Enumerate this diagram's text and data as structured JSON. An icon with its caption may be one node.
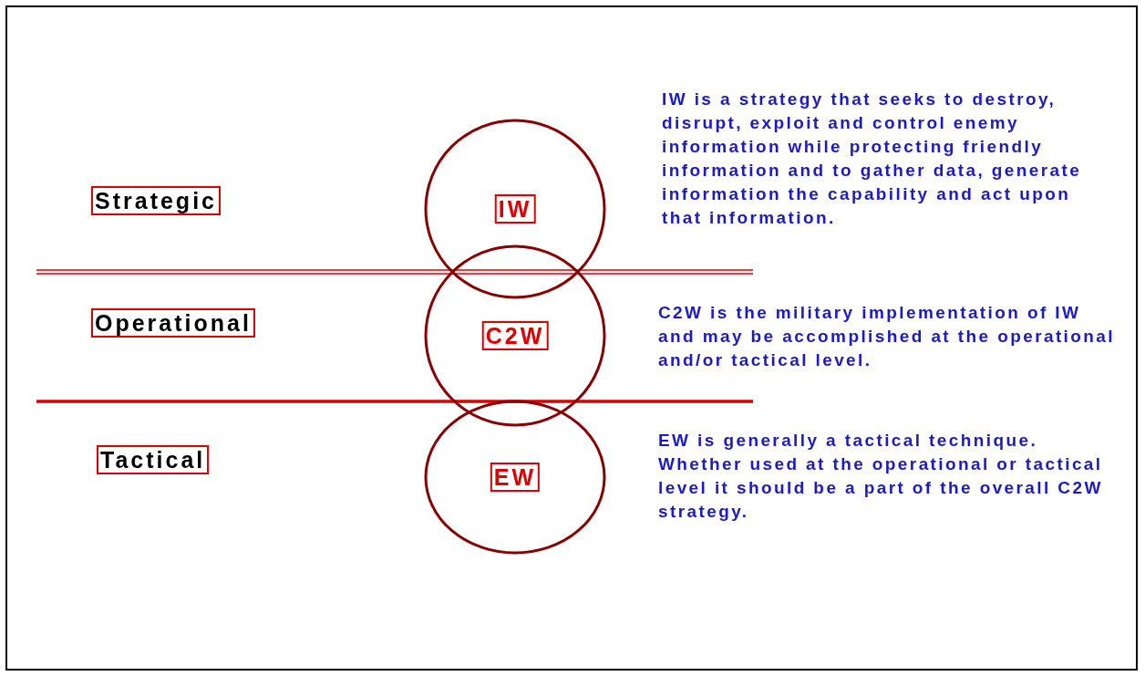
{
  "diagram": {
    "nodes": [
      {
        "text": [
          "Strategic"
        ]
      },
      {
        "text": [
          "IW"
        ],
        "beside": [
          "IW is a strategy that seeks to destroy, disrupt, exploit and control enemy information while protecting friendly information and to gather data, generate information the capability and act upon that information."
        ]
      },
      {
        "text": [
          "Operational"
        ]
      },
      {
        "text": [
          "C2W"
        ],
        "beside": [
          "C2W is the military implementation of IW and may be accomplished at the operational and/or tactical level."
        ]
      },
      {
        "text": [
          "Tactical"
        ]
      },
      {
        "text": [
          "EW"
        ],
        "beside": [
          "EW is generally a tactical technique. Whether used at the operational or tactical level it should be a part of the overall C2W strategy."
        ]
      }
    ],
    "edges": []
  }
}
